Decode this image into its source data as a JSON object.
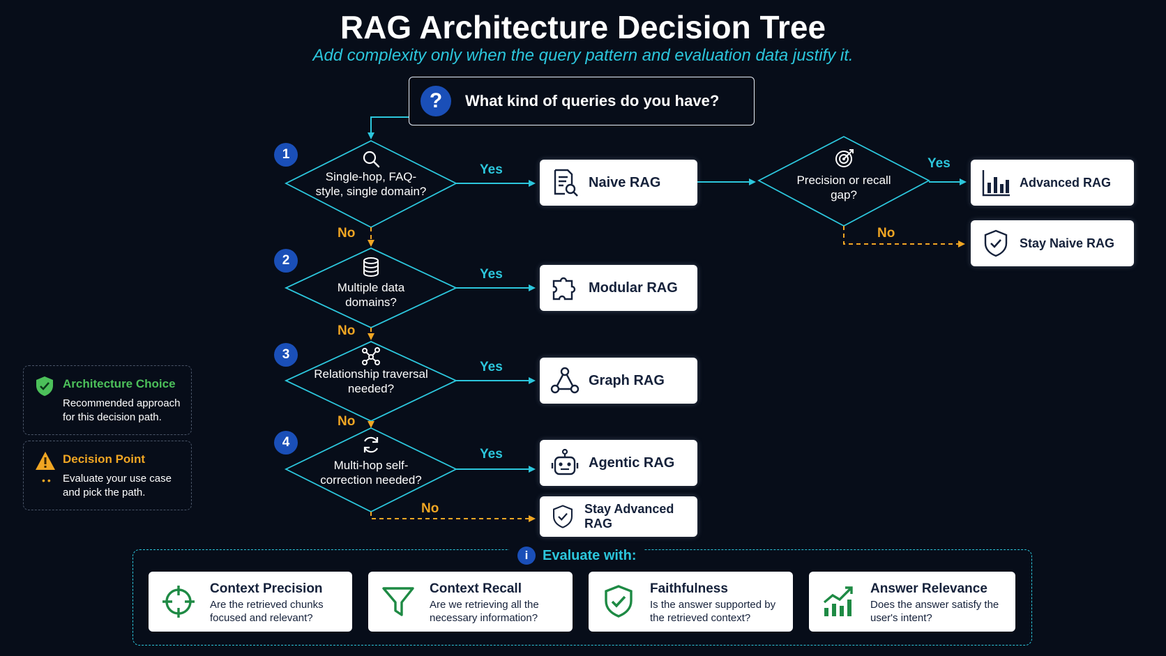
{
  "header": {
    "title": "RAG Architecture Decision Tree",
    "subtitle": "Add complexity only when the query pattern and evaluation data justify it."
  },
  "start": {
    "icon": "question-icon",
    "question": "What kind of queries do you have?"
  },
  "decisions": [
    {
      "number": "1",
      "icon": "search-icon",
      "text": "Single-hop, FAQ-style, single domain?"
    },
    {
      "number": "2",
      "icon": "database-icon",
      "text": "Multiple data domains?"
    },
    {
      "number": "3",
      "icon": "graph-nodes-icon",
      "text": "Relationship traversal needed?"
    },
    {
      "number": "4",
      "icon": "refresh-icon",
      "text": "Multi-hop self-correction needed?"
    },
    {
      "number": "",
      "icon": "target-icon",
      "text": "Precision or recall gap?"
    }
  ],
  "labels": {
    "yes": "Yes",
    "no": "No"
  },
  "outcomes": {
    "naive": {
      "icon": "document-search-icon",
      "label": "Naive RAG"
    },
    "modular": {
      "icon": "puzzle-icon",
      "label": "Modular RAG"
    },
    "graph": {
      "icon": "network-icon",
      "label": "Graph RAG"
    },
    "agentic": {
      "icon": "robot-icon",
      "label": "Agentic RAG"
    },
    "stay_advanced": {
      "icon": "shield-check-icon",
      "label": "Stay Advanced RAG"
    },
    "advanced": {
      "icon": "bar-chart-icon",
      "label": "Advanced RAG"
    },
    "stay_naive": {
      "icon": "shield-check-icon",
      "label": "Stay Naive RAG"
    }
  },
  "legend": [
    {
      "icon": "shield-check-icon",
      "title": "Architecture Choice",
      "desc": "Recommended approach for this decision path.",
      "color": "#4cc05a"
    },
    {
      "icon": "warning-icon",
      "title": "Decision Point",
      "desc": "Evaluate your use case and pick the path.",
      "color": "#f0a623"
    }
  ],
  "evaluate": {
    "icon": "info-icon",
    "title": "Evaluate with:",
    "metrics": [
      {
        "icon": "crosshair-icon",
        "title": "Context Precision",
        "desc": "Are the retrieved chunks focused and relevant?"
      },
      {
        "icon": "filter-icon",
        "title": "Context Recall",
        "desc": "Are we retrieving all the necessary information?"
      },
      {
        "icon": "shield-check-icon",
        "title": "Faithfulness",
        "desc": "Is the answer supported by the retrieved context?"
      },
      {
        "icon": "trend-chart-icon",
        "title": "Answer Relevance",
        "desc": "Does the answer satisfy the user's intent?"
      }
    ]
  },
  "colors": {
    "background": "#070d19",
    "accent": "#2cc6dc",
    "no_path": "#f0a623",
    "badge": "#1a4fb8",
    "green": "#1e8a44"
  }
}
